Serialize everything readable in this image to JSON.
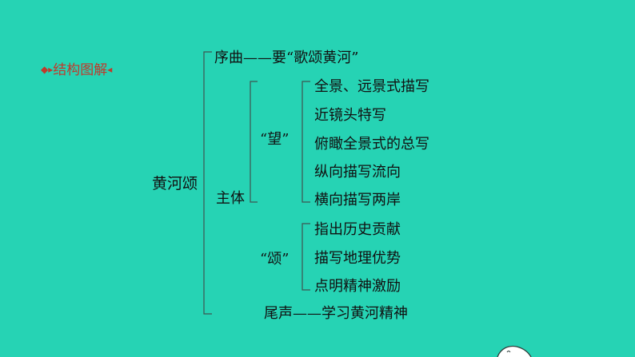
{
  "tag": {
    "prefix": "◆▸",
    "text": "结构图解",
    "suffix": "◂"
  },
  "tree": {
    "root": "黄河颂",
    "prelude": "序曲——要“歌颂黄河”",
    "body": "主体",
    "watch": {
      "label": "“望”",
      "items": [
        "全景、远景式描写",
        "近镜头特写",
        "俯瞰全景式的总写",
        "纵向描写流向",
        "横向描写两岸"
      ]
    },
    "praise": {
      "label": "“颂”",
      "items": [
        "指出历史贡献",
        "描写地理优势",
        "点明精神激励"
      ]
    },
    "ending": "尾声——学习黄河精神"
  },
  "colors": {
    "background": "#26d3b4",
    "accent": "#c0392b",
    "line": "#3d5551"
  }
}
